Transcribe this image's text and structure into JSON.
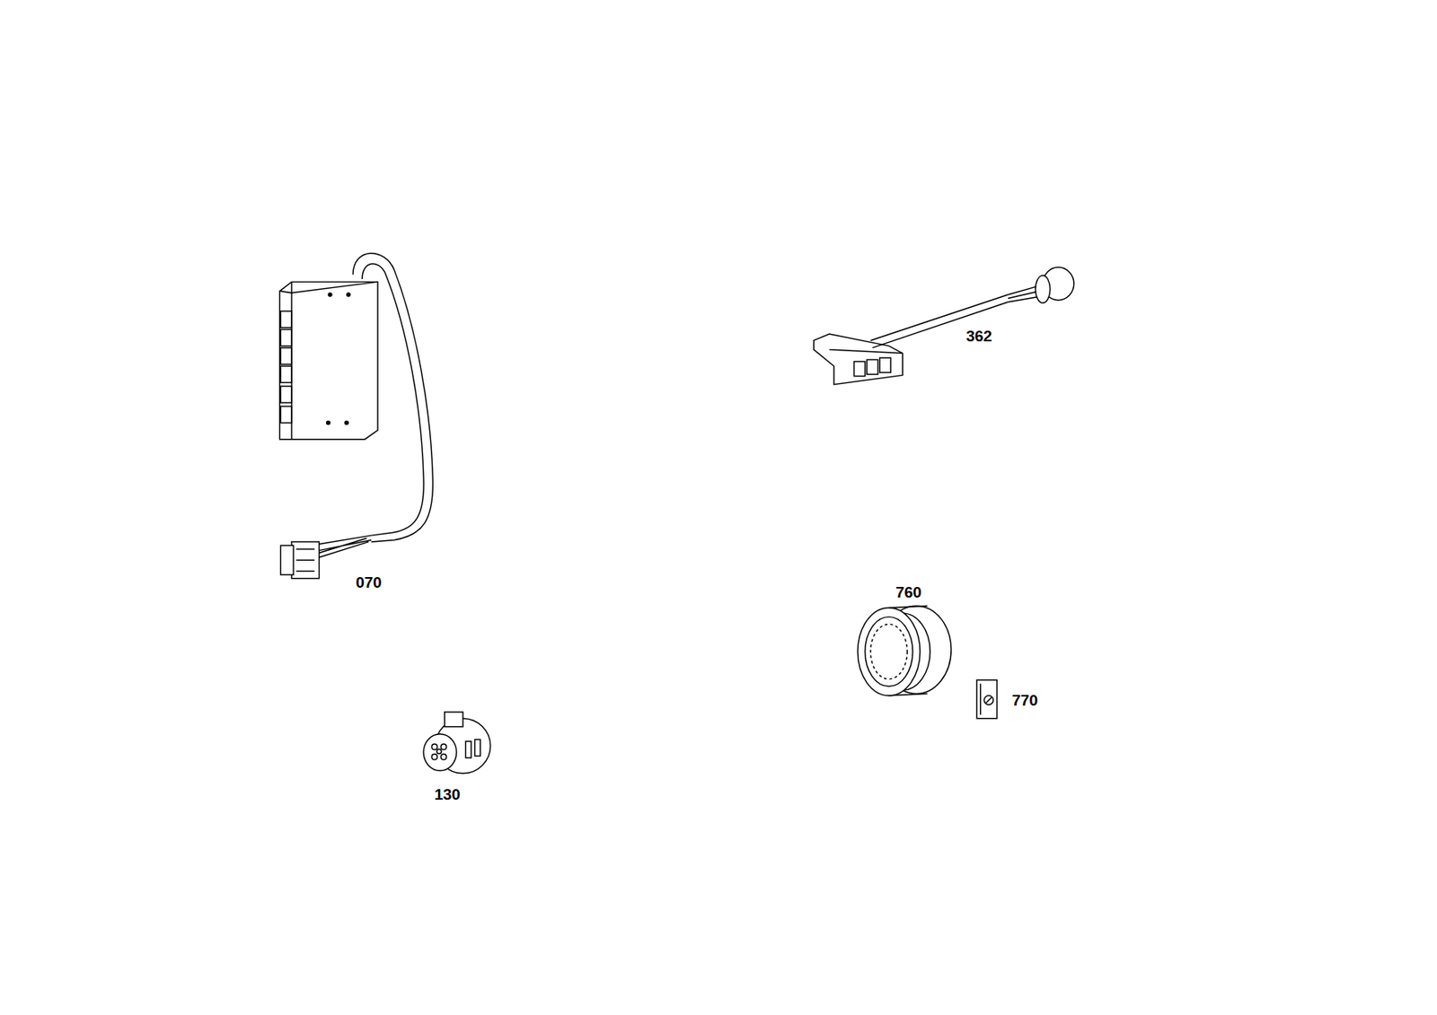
{
  "diagram": {
    "labels": [
      "070",
      "362",
      "130",
      "760",
      "770"
    ]
  }
}
